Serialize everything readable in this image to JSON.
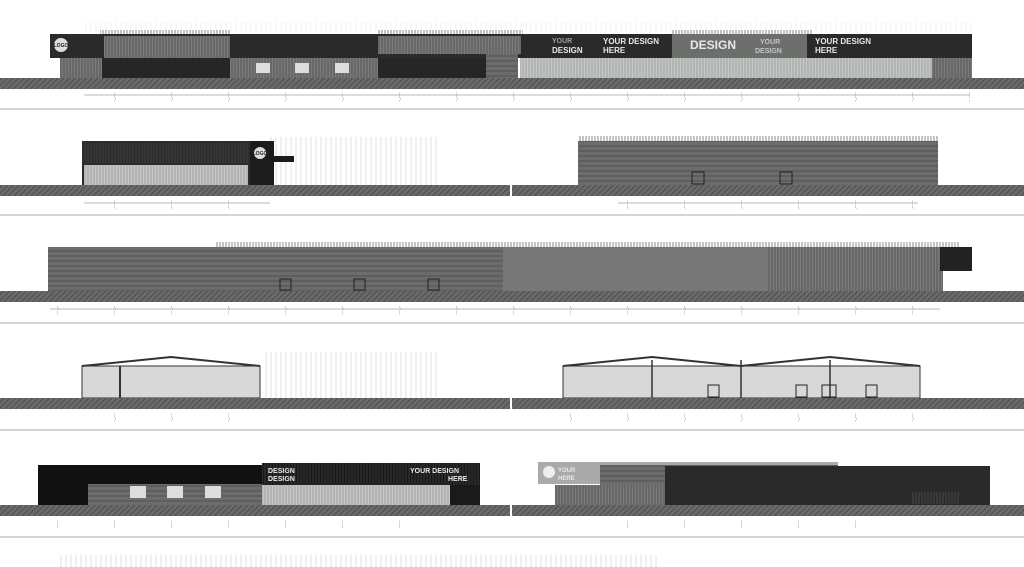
{
  "sheet": {
    "logo_text": "LOGO",
    "signs": {
      "your": "YOUR",
      "design": "DESIGN",
      "here": "HERE",
      "your_design": "YOUR DESIGN",
      "your_design_here_line1": "YOUR DESIGN",
      "your_design_here_line2": "HERE"
    }
  },
  "colors": {
    "facade_dark": "#2a2a2a",
    "cladding": "#6e6e6e",
    "glazing": "#b8bdb8",
    "ground": "#5a5a5a",
    "ghost": "#c8c8c8"
  }
}
